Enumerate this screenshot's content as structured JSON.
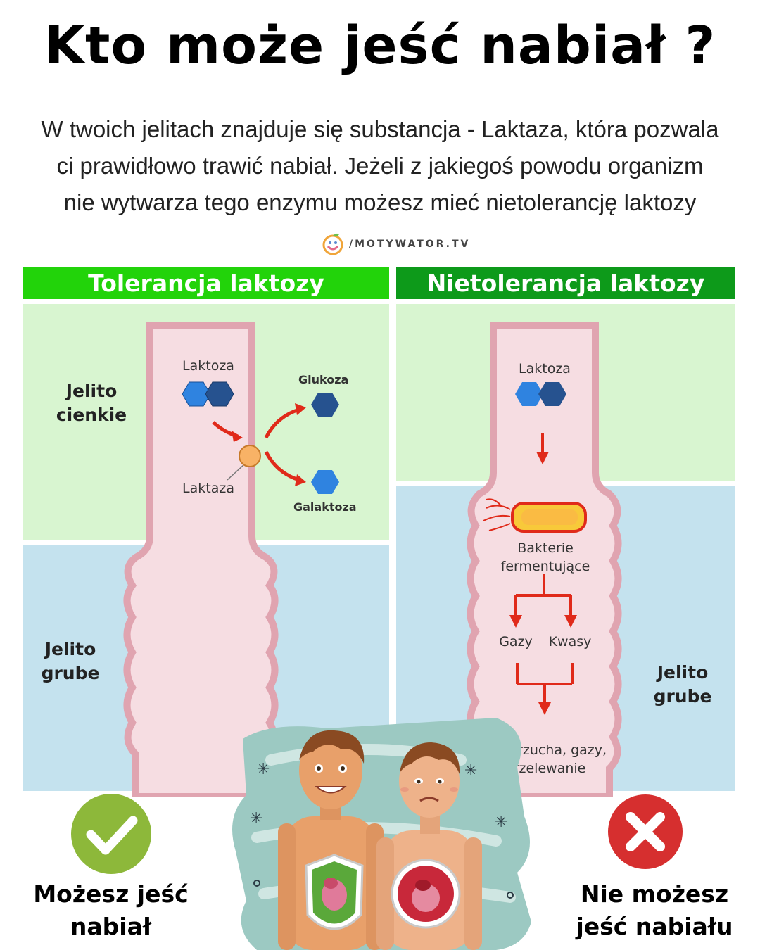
{
  "title": "Kto może jeść nabiał ?",
  "intro_lines": [
    "W twoich jelitach znajduje się substancja - Laktaza, która pozwala",
    "ci prawidłowo trawić nabiał. Jeżeli z jakiegoś powodu organizm",
    "nie wytwarza tego enzymu możesz mieć nietolerancję laktozy"
  ],
  "logo": {
    "text": "/MOTYWATOR.TV",
    "icon": "smiley-leaf-icon"
  },
  "left_panel": {
    "header": "Tolerancja laktozy",
    "small_intestine_label": [
      "Jelito",
      "cienkie"
    ],
    "large_intestine_label": [
      "Jelito",
      "grube"
    ],
    "lactose_label": "Laktoza",
    "lactase_label": "Laktaza",
    "glucose_label": "Glukoza",
    "galactose_label": "Galaktoza"
  },
  "right_panel": {
    "header": "Nietolerancja laktozy",
    "large_intestine_label": [
      "Jelito",
      "grube"
    ],
    "lactose_label": "Laktoza",
    "bacteria_label": [
      "Bakterie",
      "fermentujące"
    ],
    "gases_label": "Gazy",
    "acids_label": "Kwasy",
    "symptoms_label": [
      "ból brzucha, gazy,",
      "przelewanie"
    ]
  },
  "verdicts": {
    "can": [
      "Możesz jeść",
      "nabiał"
    ],
    "cannot": [
      "Nie możesz",
      "jeść nabiału"
    ]
  },
  "colors": {
    "header_left": "#22d30a",
    "header_right": "#0d9a1a",
    "small_intestine_bg": "#d8f5d0",
    "large_intestine_bg": "#c4e2ee",
    "intestine_fill": "#f6dde2",
    "intestine_wall": "#e0a4b0",
    "arrow_red": "#e02a1a",
    "check_green": "#8db83a",
    "cross_red": "#d62f2f"
  }
}
